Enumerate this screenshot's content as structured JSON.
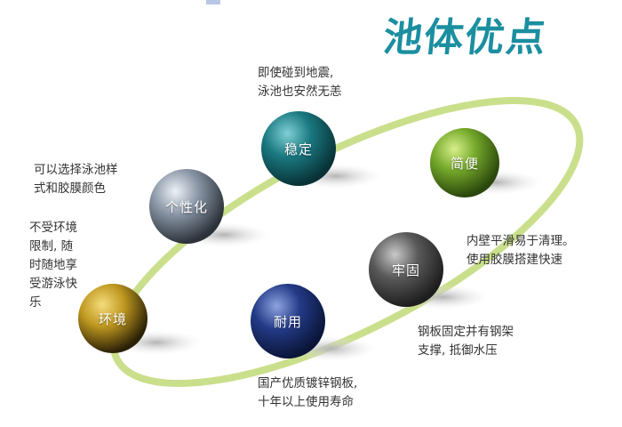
{
  "title": "池体优点",
  "colors": {
    "title": "#1b8fa0",
    "ring": "#c4dc7e",
    "shadow": "#c8c8c8"
  },
  "nodes": [
    {
      "key": "stable",
      "label": "稳定",
      "color": "#1a7880",
      "icon": "sphere-icon"
    },
    {
      "key": "simple",
      "label": "简便",
      "color": "#74a82a",
      "icon": "sphere-icon"
    },
    {
      "key": "sturdy",
      "label": "牢固",
      "color": "#595959",
      "icon": "sphere-icon"
    },
    {
      "key": "durable",
      "label": "耐用",
      "color": "#233a86",
      "icon": "sphere-icon"
    },
    {
      "key": "environment",
      "label": "环境",
      "color": "#bf9820",
      "icon": "sphere-icon"
    },
    {
      "key": "personal",
      "label": "个性化",
      "color": "#8895a5",
      "icon": "sphere-icon"
    }
  ],
  "descriptions": {
    "stable": "即使碰到地震,\n泳池也安然无恙",
    "simple": "内壁平滑易于清理。\n使用胶膜搭建快速",
    "sturdy": "钢板固定并有钢架\n支撑, 抵御水压",
    "durable": "国产优质镀锌钢板,\n十年以上使用寿命",
    "environment": "不受环境\n限制, 随\n时随地享\n受游泳快\n乐",
    "personal": "可以选择泳池样\n式和胶膜颜色"
  }
}
